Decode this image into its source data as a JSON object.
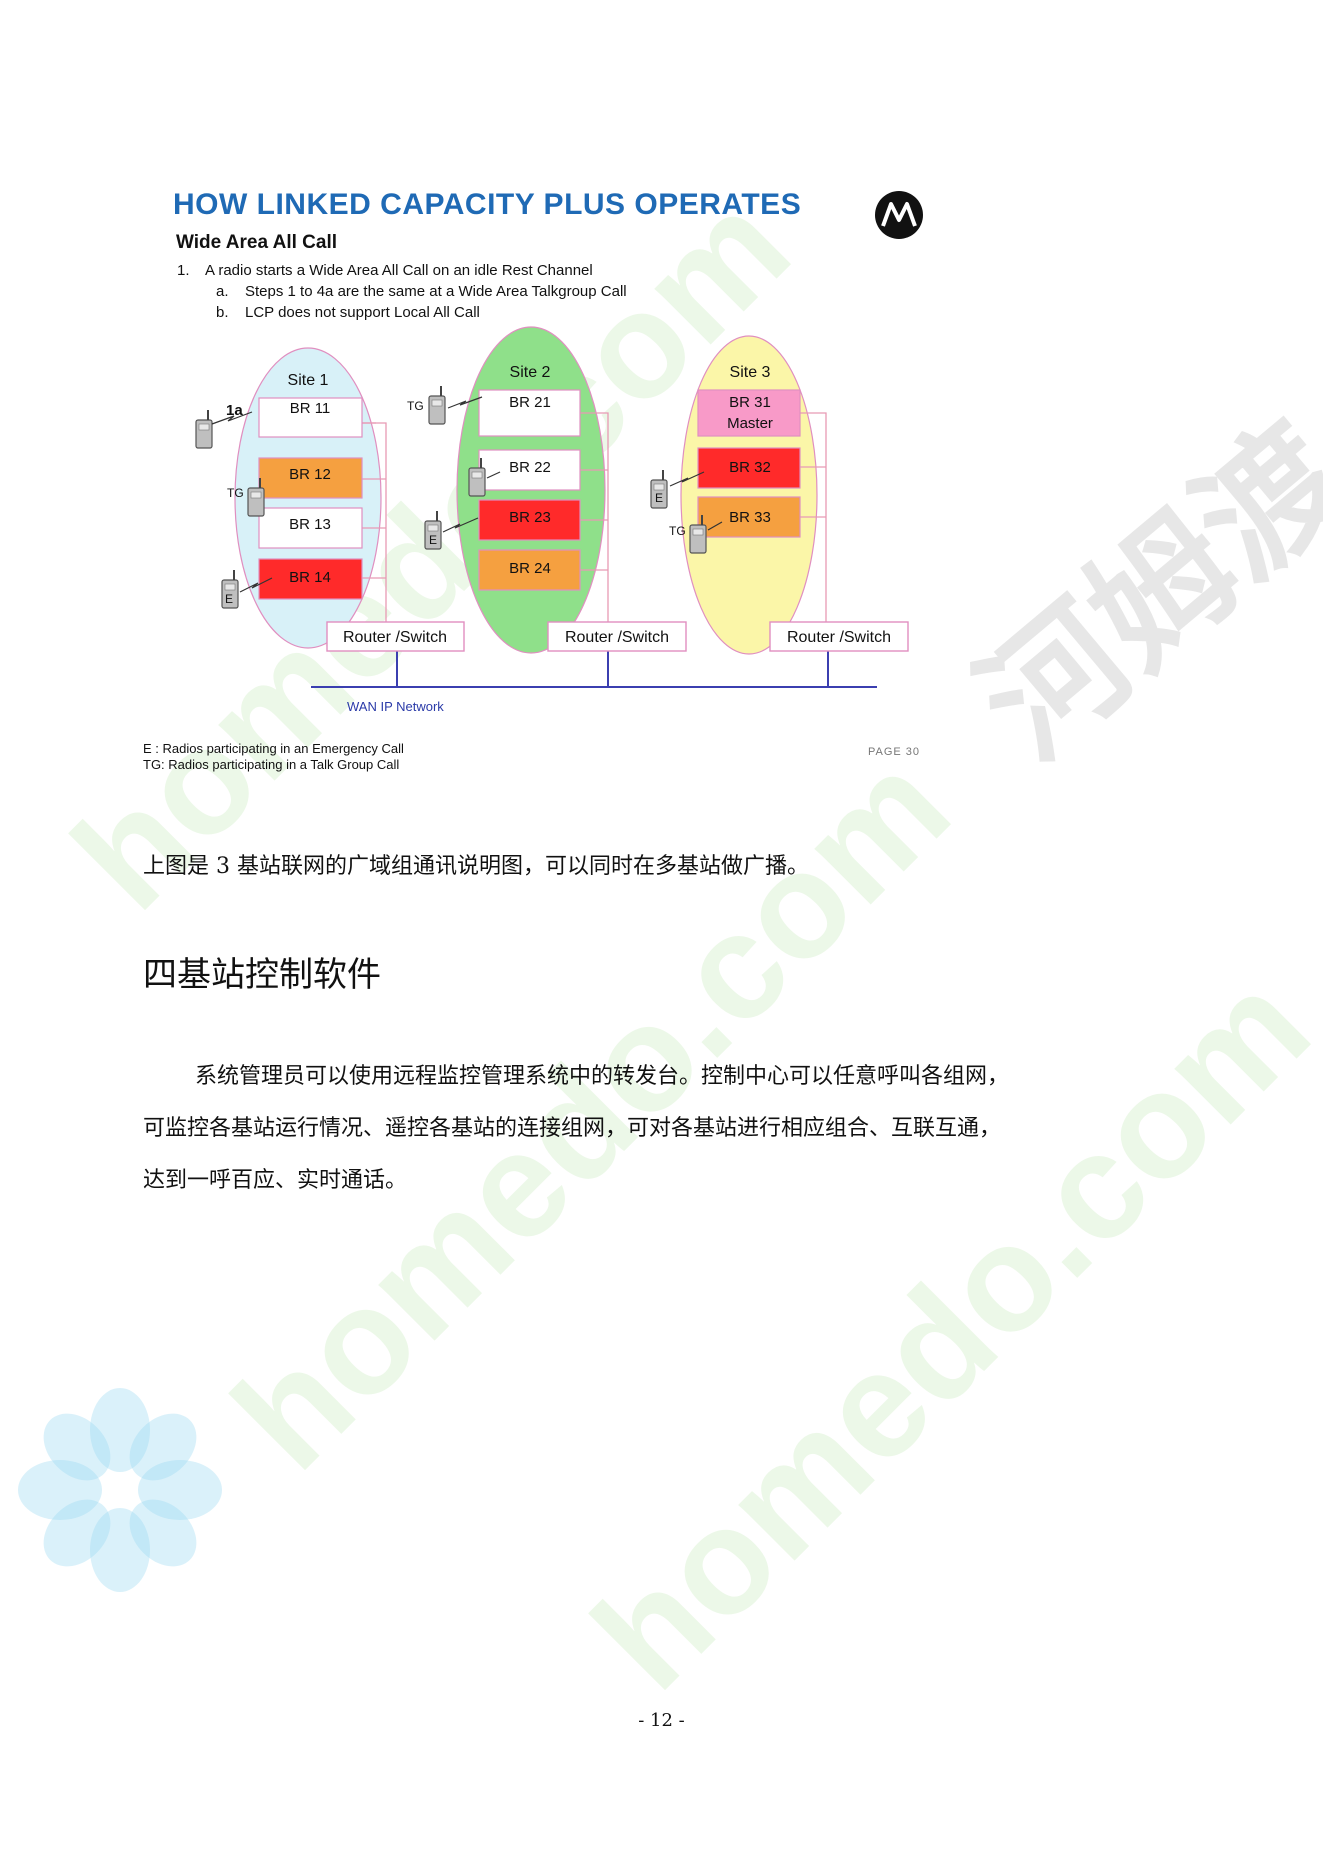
{
  "watermark": {
    "brand_text": "homedo.com",
    "cn_text": "河姆渡"
  },
  "slide": {
    "title": "HOW LINKED CAPACITY PLUS OPERATES",
    "subtitle": "Wide Area All Call",
    "steps": [
      {
        "marker": "1.",
        "text": "A radio starts a Wide Area All Call on an idle Rest Channel"
      },
      {
        "marker": "a.",
        "text": "Steps 1 to 4a are the same at a Wide Area Talkgroup Call"
      },
      {
        "marker": "b.",
        "text": "LCP does not support Local All Call"
      }
    ],
    "logo_icon": "motorola-logo-icon",
    "page_label": "PAGE  30",
    "legend": [
      "E : Radios participating in an Emergency Call",
      "TG: Radios participating in a Talk Group Call"
    ]
  },
  "diagram": {
    "colors": {
      "site1": "#d8f1f8",
      "site2": "#8fe08a",
      "site3": "#fbf6a8",
      "idle": "#ffffff",
      "orange": "#f5a040",
      "red": "#ff2a2a",
      "pink": "#f89ac8",
      "wire": "#e89ab4",
      "wan": "#3b3fb0"
    },
    "sites": [
      {
        "name": "Site 1",
        "router": "Router /Switch",
        "repeaters": [
          {
            "label": "BR 11",
            "state": "idle"
          },
          {
            "label": "BR 12",
            "state": "orange"
          },
          {
            "label": "BR 13",
            "state": "idle"
          },
          {
            "label": "BR 14",
            "state": "red"
          }
        ]
      },
      {
        "name": "Site 2",
        "router": "Router /Switch",
        "repeaters": [
          {
            "label": "BR 21",
            "state": "idle"
          },
          {
            "label": "BR 22",
            "state": "idle"
          },
          {
            "label": "BR 23",
            "state": "red"
          },
          {
            "label": "BR 24",
            "state": "orange"
          }
        ]
      },
      {
        "name": "Site 3",
        "router": "Router /Switch",
        "repeaters": [
          {
            "label": "BR 31",
            "label2": "Master",
            "state": "pink"
          },
          {
            "label": "BR 32",
            "state": "red"
          },
          {
            "label": "BR 33",
            "state": "orange"
          }
        ]
      }
    ],
    "step_marker": "1a",
    "radio_labels": {
      "tg": "TG",
      "e": "E"
    },
    "wan_label": "WAN IP Network"
  },
  "document": {
    "caption": "上图是 3 基站联网的广域组通讯说明图，可以同时在多基站做广播。",
    "section_heading": "四基站控制软件",
    "paragraph_lines": [
      "系统管理员可以使用远程监控管理系统中的转发台。控制中心可以任意呼叫各组网，",
      "可监控各基站运行情况、遥控各基站的连接组网，可对各基站进行相应组合、互联互通，",
      "达到一呼百应、实时通话。"
    ],
    "page_number": "- 12 -"
  }
}
